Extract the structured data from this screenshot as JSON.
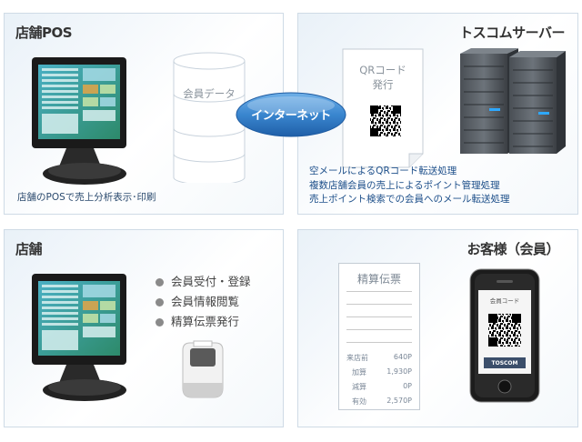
{
  "panels": {
    "pos": {
      "title": "店舗POS",
      "caption": "店舗のPOSで売上分析表示･印刷",
      "db_label": "会員データ"
    },
    "server": {
      "title": "トスコムサーバー",
      "qr_doc": [
        "QRコード",
        "発行"
      ],
      "features": [
        "空メールによるQRコード転送処理",
        "複数店舗会員の売上によるポイント管理処理",
        "売上ポイント検索での会員へのメール転送処理"
      ]
    },
    "internet": {
      "label": "インターネット"
    },
    "store": {
      "title": "店舗",
      "bullets": [
        "会員受付・登録",
        "会員情報閲覧",
        "精算伝票発行"
      ]
    },
    "customer": {
      "title": "お客様（会員）",
      "receipt": {
        "title": "精算伝票",
        "rows": [
          {
            "label": "来店前",
            "value": "640P"
          },
          {
            "label": "加算",
            "value": "1,930P"
          },
          {
            "label": "減算",
            "value": "0P"
          },
          {
            "label": "有効",
            "value": "2,570P"
          }
        ]
      },
      "phone": {
        "screen_label": "会員コード",
        "brand": "TOSCOM"
      }
    }
  },
  "colors": {
    "accent": "#1e64b4",
    "bubble": "#3a86cf",
    "border": "#cfdbe6"
  }
}
